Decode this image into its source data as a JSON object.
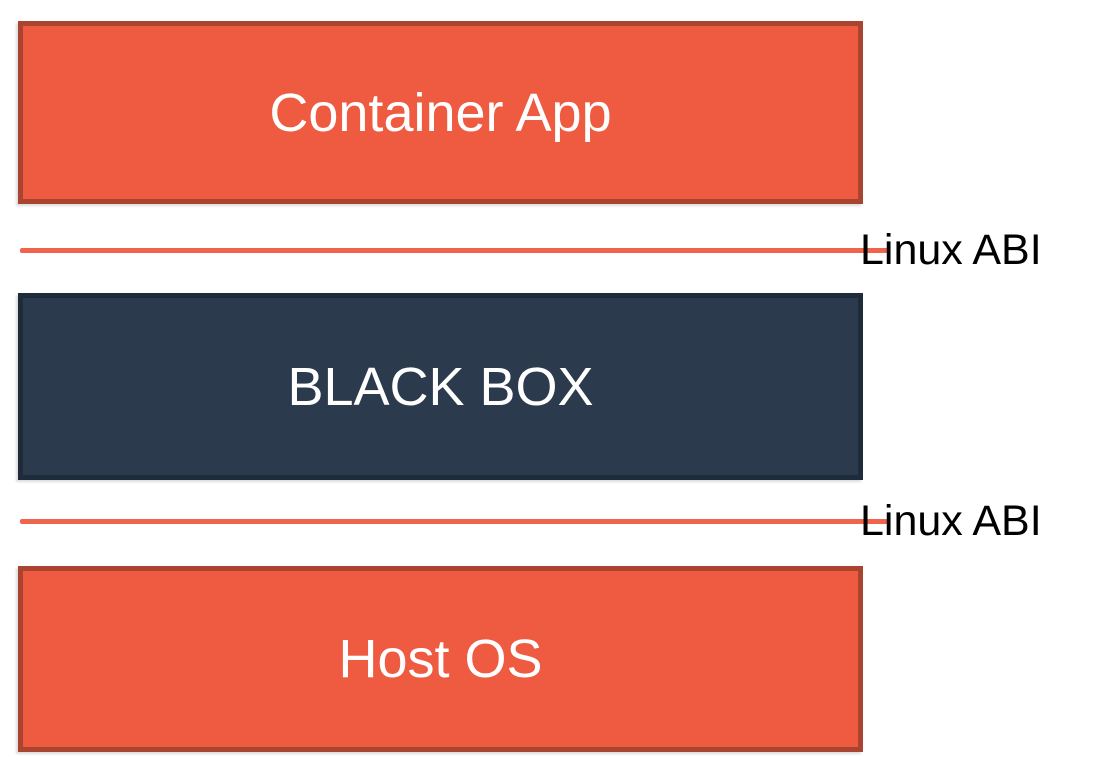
{
  "page": {
    "background_color": "#FFFFFF"
  },
  "diagram": {
    "boxes": [
      {
        "id": "container-app",
        "label": "Container App",
        "fill": "#EE5B40",
        "border": "#A94431",
        "text_color": "#FFFFFF"
      },
      {
        "id": "black-box",
        "label": "BLACK BOX",
        "fill": "#2B3A4D",
        "border": "#1D2B3A",
        "text_color": "#FFFFFF"
      },
      {
        "id": "host-os",
        "label": "Host OS",
        "fill": "#EE5B40",
        "border": "#A94431",
        "text_color": "#FFFFFF"
      }
    ],
    "separators": [
      {
        "id": "linux-abi-top",
        "label": "Linux ABI",
        "line_color": "#F0644B",
        "text_color": "#000000"
      },
      {
        "id": "linux-abi-bottom",
        "label": "Linux ABI",
        "line_color": "#F0644B",
        "text_color": "#000000"
      }
    ]
  }
}
